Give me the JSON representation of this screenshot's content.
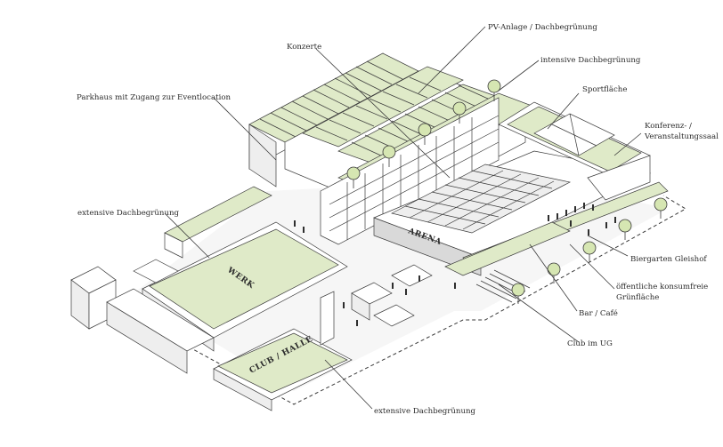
{
  "labels": {
    "pv": "PV-Anlage / Dachbegrünung",
    "konzerte": "Konzerte",
    "intensive": "intensive Dachbegrünung",
    "parkhaus": "Parkhaus mit Zugang zur Eventlocation",
    "sport": "Sportfläche",
    "konferenz_1": "Konferenz- /",
    "konferenz_2": "Veranstaltungssaal",
    "extensive_top": "extensive Dachbegrünung",
    "biergarten": "Biergarten Gleishof",
    "gruen_1": "öffentliche konsumfreie",
    "gruen_2": "Grünfläche",
    "bar": "Bar / Café",
    "club_ug": "Club im UG",
    "extensive_bottom": "extensive Dachbegrünung"
  },
  "buildings": {
    "arena": "ARENA",
    "werk": "WERK",
    "club_halle": "CLUB / HALLE"
  },
  "colors": {
    "roof_green": "#dfeac8",
    "line": "#3a3a3a",
    "tree": "#d6e6b2"
  }
}
